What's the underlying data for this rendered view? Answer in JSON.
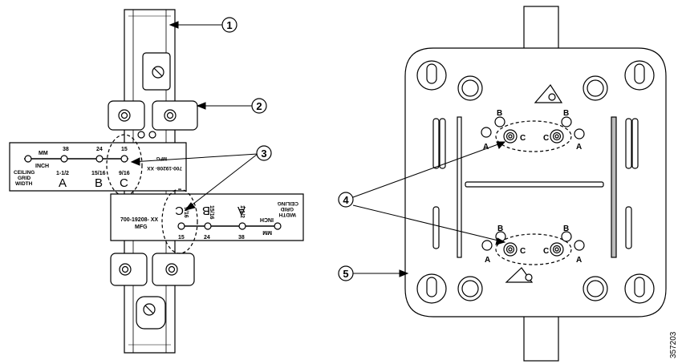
{
  "callouts": [
    "1",
    "2",
    "3",
    "4",
    "5"
  ],
  "gauge_left": {
    "units_top": "MM",
    "units_bottom": "INCH",
    "row_title": [
      "CEILING",
      "GRID",
      "WIDTH"
    ],
    "mm_values": [
      "38",
      "24",
      "15"
    ],
    "inch_values": [
      "1-1/2",
      "15/16",
      "9/16"
    ],
    "letters": [
      "A",
      "B",
      "C"
    ],
    "part_number": "700-19208- XX",
    "mfg": "MFG"
  },
  "gauge_right": {
    "units_top": "MM",
    "units_bottom": "INCH",
    "row_title": [
      "CEILING",
      "GRID",
      "WIDTH"
    ],
    "mm_values": [
      "15",
      "24",
      "38"
    ],
    "inch_values": [
      "9/16",
      "15/16",
      "1-1/2"
    ],
    "letters": [
      "C",
      "B",
      "A"
    ],
    "part_number": "700-19208- XX",
    "mfg": "MFG"
  },
  "plate_labels": {
    "upper_left": [
      "B",
      "A",
      "C"
    ],
    "upper_right": [
      "B",
      "C",
      "A"
    ],
    "lower_left": [
      "B",
      "A",
      "C"
    ],
    "lower_right": [
      "B",
      "C",
      "A"
    ]
  },
  "figure_number": "357203"
}
